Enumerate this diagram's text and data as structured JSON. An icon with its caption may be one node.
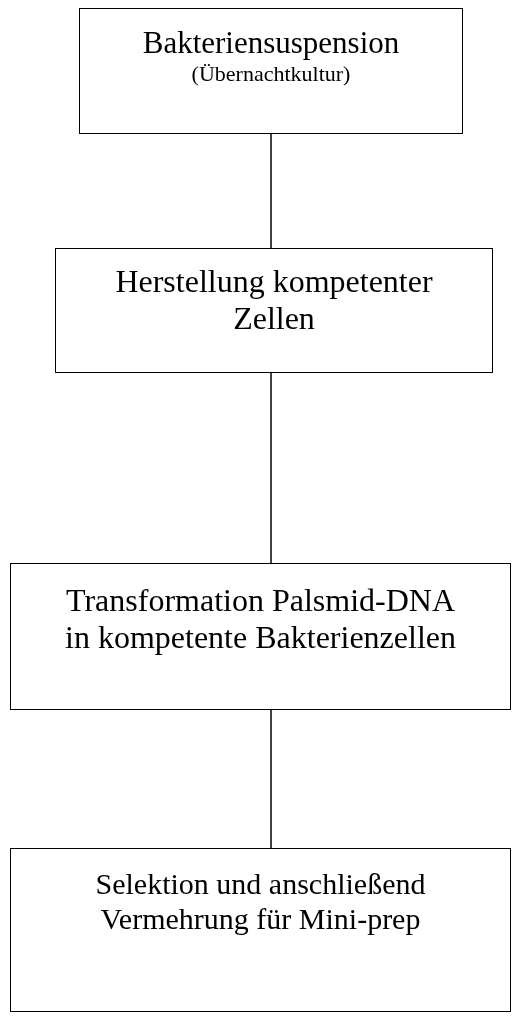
{
  "diagram": {
    "nodes": [
      {
        "text": [
          "Bakteriensuspension",
          "(Übernachtkultur)"
        ]
      },
      {
        "text": [
          "Herstellung kompetenter Zellen"
        ]
      },
      {
        "text": [
          "Transformation Palsmid-DNA in kompetente Bakterienzellen"
        ]
      },
      {
        "text": [
          "Selektion und anschließend Vermehrung für Mini-prep"
        ]
      }
    ],
    "edges": [
      {
        "from": 0,
        "to": 1,
        "arrow": "none"
      },
      {
        "from": 1,
        "to": 2,
        "arrow": "none"
      },
      {
        "from": 2,
        "to": 3,
        "arrow": "none"
      }
    ]
  }
}
